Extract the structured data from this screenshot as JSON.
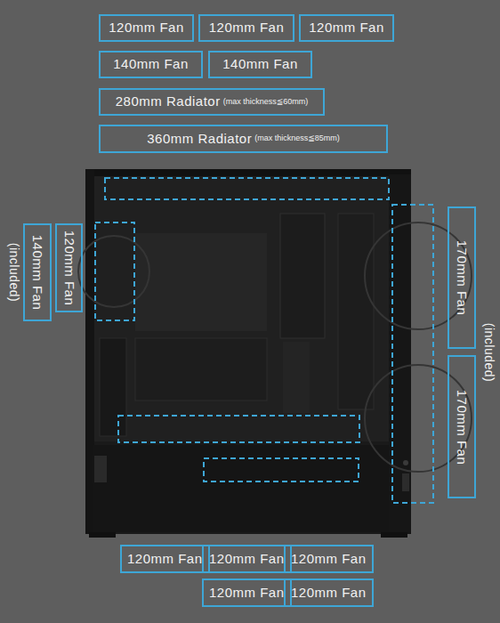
{
  "diagram": {
    "nodes": [
      {
        "text": [
          "120mm Fan"
        ]
      },
      {
        "text": [
          "120mm Fan"
        ]
      },
      {
        "text": [
          "120mm Fan"
        ]
      },
      {
        "text": [
          "140mm Fan"
        ]
      },
      {
        "text": [
          "140mm Fan"
        ]
      },
      {
        "text": [
          "280mm Radiator",
          "(max thickness≦60mm)"
        ]
      },
      {
        "text": [
          "360mm Radiator",
          "(max thickness≦85mm)"
        ]
      },
      {
        "text": [
          "140mm Fan",
          "(included)"
        ]
      },
      {
        "text": [
          "120mm Fan"
        ]
      },
      {
        "text": [
          "170mm Fan"
        ]
      },
      {
        "text": [
          "170mm Fan"
        ]
      },
      {
        "text": [
          "120mm Fan"
        ]
      },
      {
        "text": [
          "120mm Fan"
        ]
      },
      {
        "text": [
          "120mm Fan"
        ]
      },
      {
        "text": [
          "120mm Fan"
        ]
      },
      {
        "text": [
          "120mm Fan"
        ]
      }
    ],
    "labels": [
      "(included)"
    ]
  }
}
